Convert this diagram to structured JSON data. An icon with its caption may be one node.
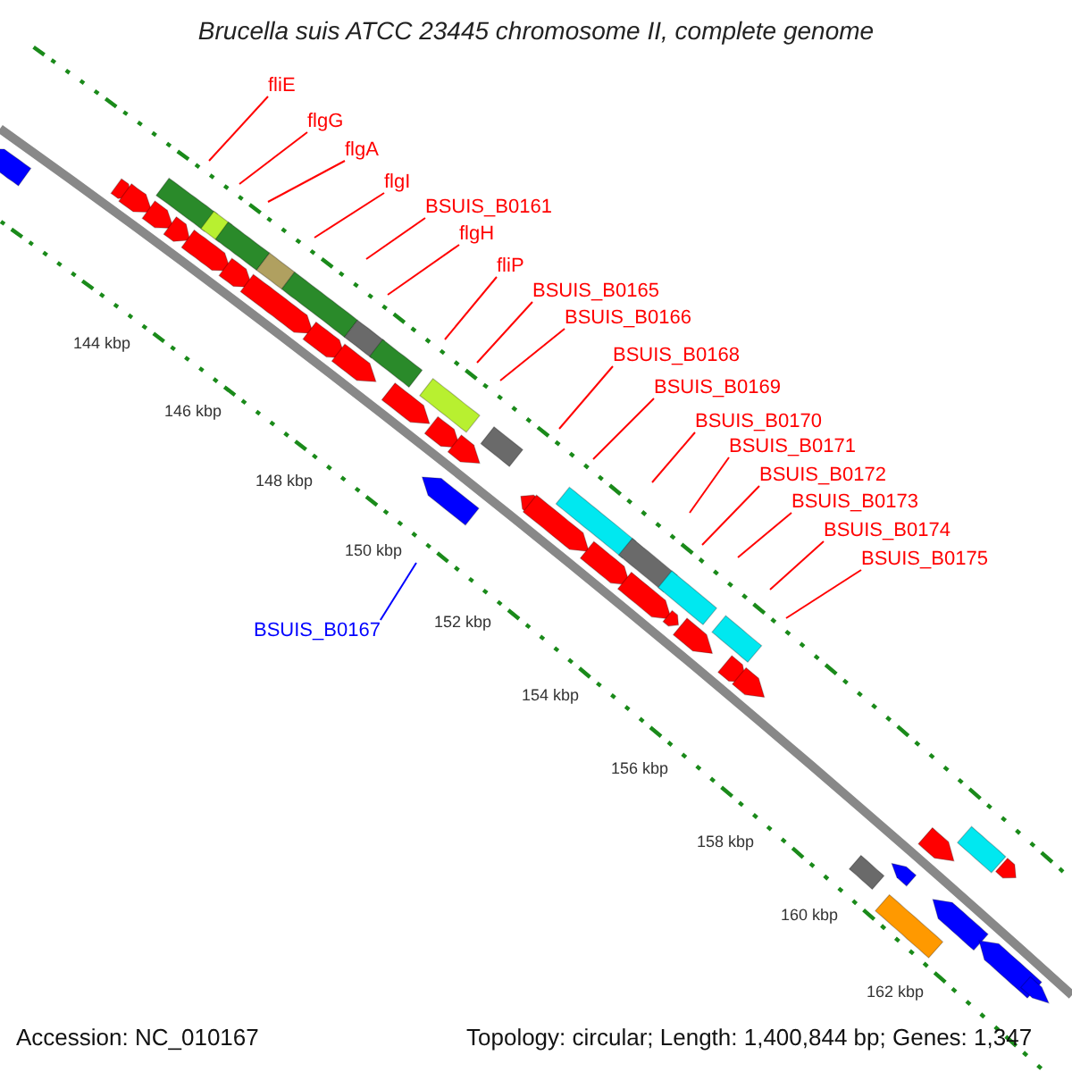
{
  "diagram": {
    "title": "Brucella suis ATCC 23445 chromosome II, complete genome",
    "nodes": [
      {
        "text": [
          "fliE"
        ]
      },
      {
        "text": [
          "flgG"
        ]
      },
      {
        "text": [
          "flgA"
        ]
      },
      {
        "text": [
          "flgI"
        ]
      },
      {
        "text": [
          "BSUIS_B0161"
        ]
      },
      {
        "text": [
          "flgH"
        ]
      },
      {
        "text": [
          "fliP"
        ]
      },
      {
        "text": [
          "BSUIS_B0165"
        ]
      },
      {
        "text": [
          "BSUIS_B0166"
        ]
      },
      {
        "text": [
          "BSUIS_B0168"
        ]
      },
      {
        "text": [
          "BSUIS_B0169"
        ]
      },
      {
        "text": [
          "BSUIS_B0170"
        ]
      },
      {
        "text": [
          "BSUIS_B0171"
        ]
      },
      {
        "text": [
          "BSUIS_B0172"
        ]
      },
      {
        "text": [
          "BSUIS_B0173"
        ]
      },
      {
        "text": [
          "BSUIS_B0174"
        ]
      },
      {
        "text": [
          "BSUIS_B0175"
        ]
      },
      {
        "text": [
          "BSUIS_B0167"
        ]
      }
    ],
    "edges": [
      {
        "from": 0,
        "to": null,
        "arrow": "none"
      },
      {
        "from": 1,
        "to": null,
        "arrow": "none"
      },
      {
        "from": 2,
        "to": null,
        "arrow": "none"
      },
      {
        "from": 3,
        "to": null,
        "arrow": "none"
      },
      {
        "from": 4,
        "to": null,
        "arrow": "none"
      },
      {
        "from": 5,
        "to": null,
        "arrow": "none"
      },
      {
        "from": 6,
        "to": null,
        "arrow": "none"
      },
      {
        "from": 7,
        "to": null,
        "arrow": "none"
      },
      {
        "from": 8,
        "to": null,
        "arrow": "none"
      },
      {
        "from": 9,
        "to": null,
        "arrow": "none"
      },
      {
        "from": 10,
        "to": null,
        "arrow": "none"
      },
      {
        "from": 11,
        "to": null,
        "arrow": "none"
      },
      {
        "from": 12,
        "to": null,
        "arrow": "none"
      },
      {
        "from": 13,
        "to": null,
        "arrow": "none"
      },
      {
        "from": 14,
        "to": null,
        "arrow": "none"
      },
      {
        "from": 15,
        "to": null,
        "arrow": "none"
      },
      {
        "from": 16,
        "to": null,
        "arrow": "none"
      },
      {
        "from": 17,
        "to": null,
        "arrow": "none",
        "color": "#0000ff"
      }
    ],
    "labels": [
      "144 kbp",
      "146 kbp",
      "148 kbp",
      "150 kbp",
      "152 kbp",
      "154 kbp",
      "156 kbp",
      "158 kbp",
      "160 kbp",
      "162 kbp",
      "Accession: NC_010167",
      "Topology: circular; Length: 1,400,844 bp; Genes: 1,347"
    ]
  }
}
